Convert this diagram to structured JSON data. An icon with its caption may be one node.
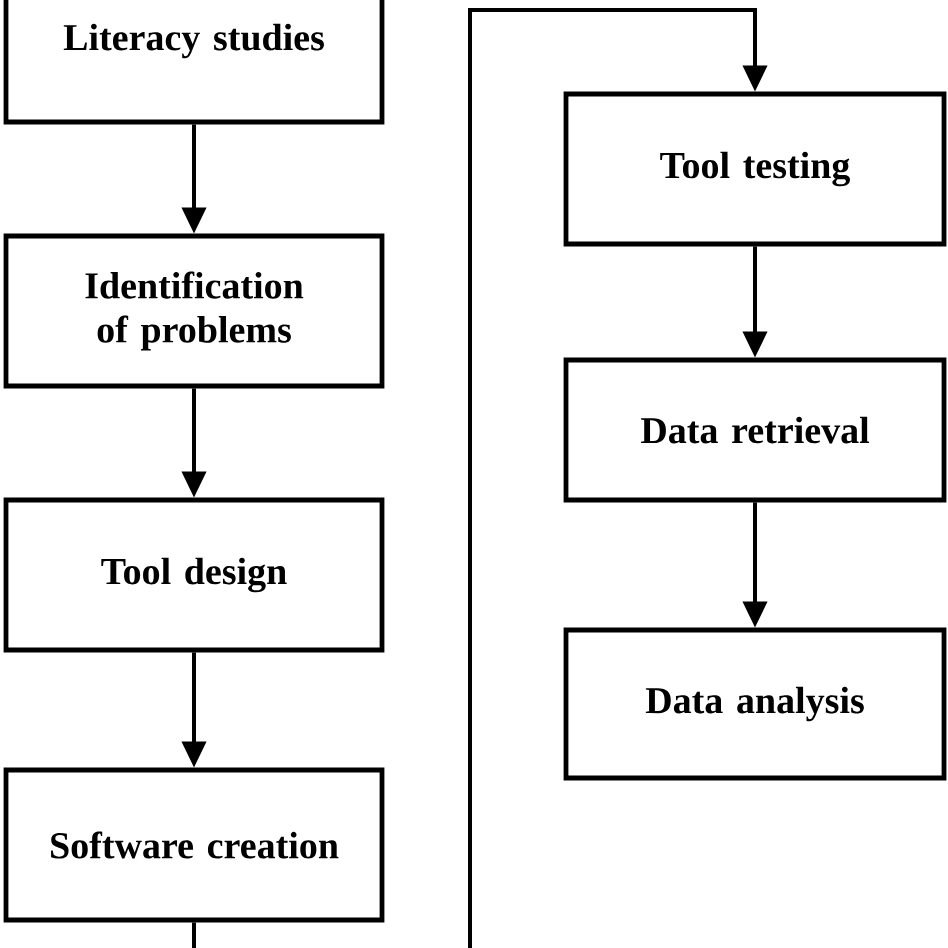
{
  "diagram": {
    "nodes": [
      {
        "text": [
          "Literacy studies"
        ]
      },
      {
        "text": [
          "Identification of problems"
        ]
      },
      {
        "text": [
          "Tool design"
        ]
      },
      {
        "text": [
          "Software creation"
        ]
      },
      {
        "text": [
          "Tool testing"
        ]
      },
      {
        "text": [
          "Data retrieval"
        ]
      },
      {
        "text": [
          "Data analysis"
        ]
      }
    ],
    "edges": [
      {
        "from": 0,
        "to": 1,
        "arrow": "to"
      },
      {
        "from": 1,
        "to": 2,
        "arrow": "to"
      },
      {
        "from": 2,
        "to": 3,
        "arrow": "to"
      },
      {
        "from": 3,
        "to": 4,
        "arrow": "to"
      },
      {
        "from": 4,
        "to": 5,
        "arrow": "to"
      },
      {
        "from": 5,
        "to": 6,
        "arrow": "to"
      }
    ]
  }
}
